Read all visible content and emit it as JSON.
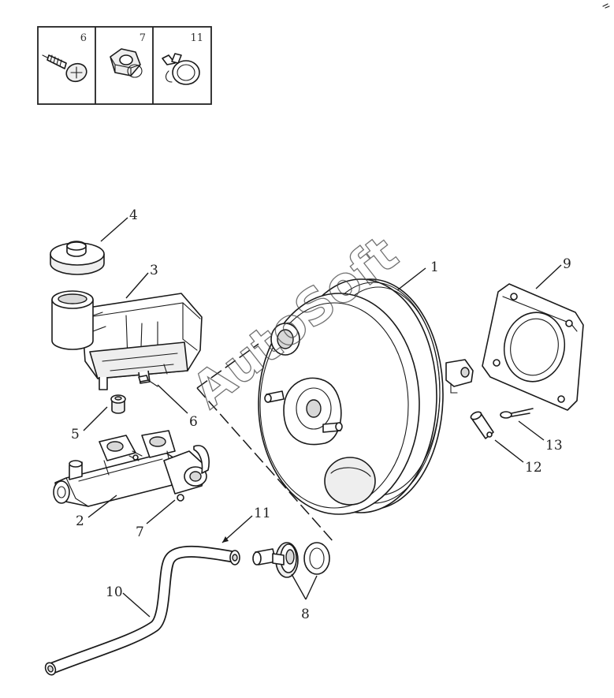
{
  "watermark": "AutoSoft",
  "legend_boxes": [
    {
      "number": "6",
      "icon": "screw-icon"
    },
    {
      "number": "7",
      "icon": "nut-icon"
    },
    {
      "number": "11",
      "icon": "hose-clamp-icon"
    }
  ],
  "callouts": {
    "c1": "1",
    "c2": "2",
    "c3": "3",
    "c4": "4",
    "c5": "5",
    "c6": "6",
    "c7": "7",
    "c8": "8",
    "c9": "9",
    "c10": "10",
    "c11": "11",
    "c12": "12",
    "c13": "13"
  }
}
